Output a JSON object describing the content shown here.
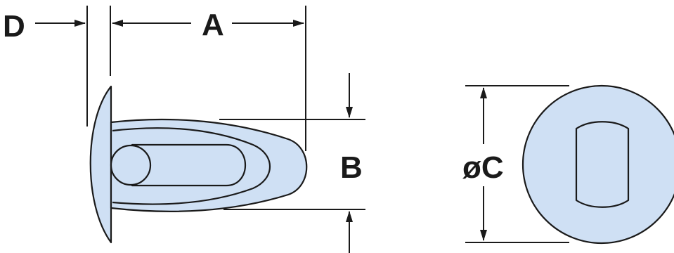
{
  "labels": {
    "a": "A",
    "b": "B",
    "c": "øC",
    "d": "D"
  },
  "colors": {
    "fill": "#cfe0f4",
    "stroke": "#1a1a1a",
    "text": "#1a1a1a",
    "background": "#ffffff"
  }
}
